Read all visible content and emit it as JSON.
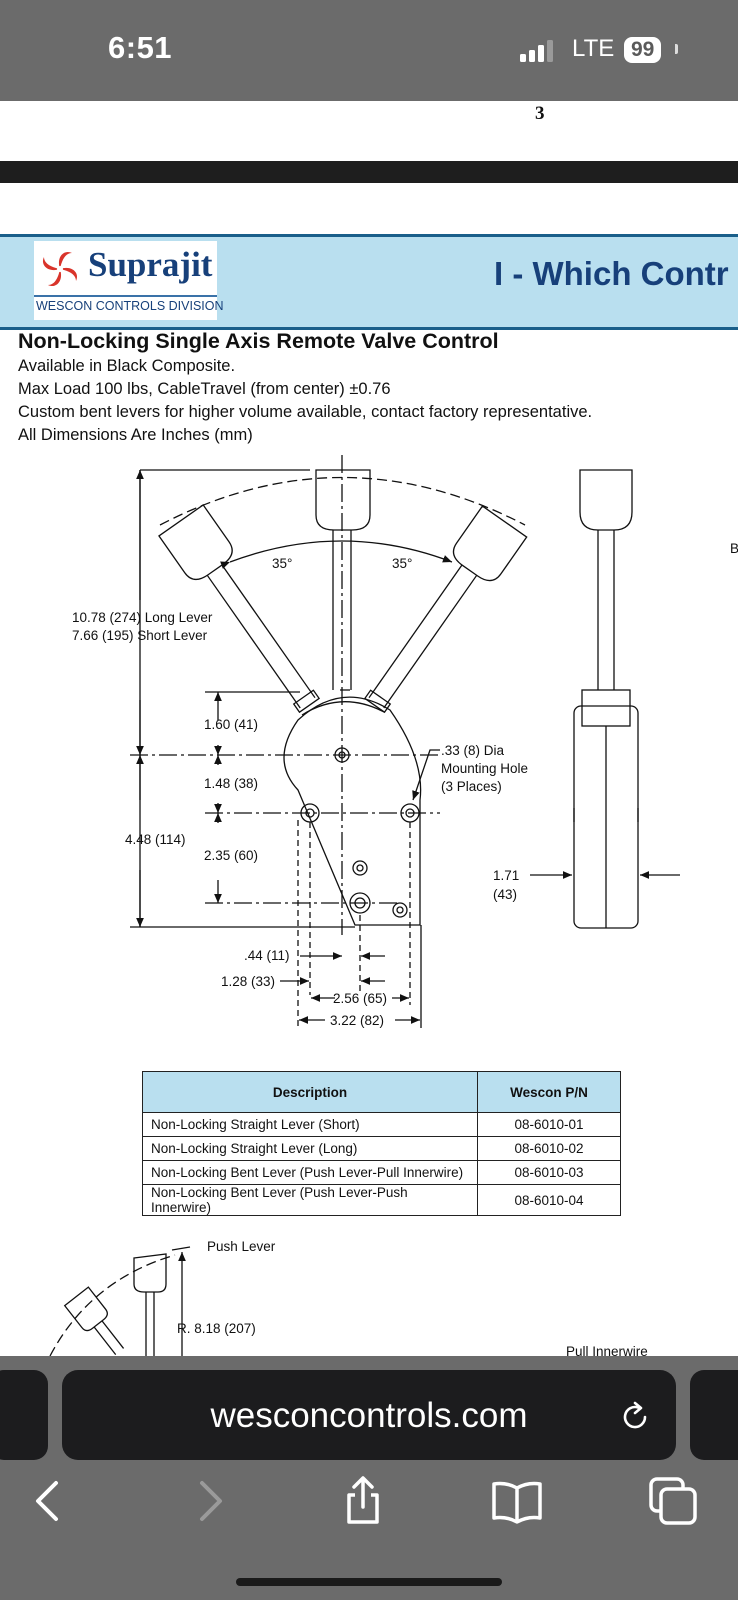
{
  "status_bar": {
    "time": "6:51",
    "network": "LTE",
    "battery": "99"
  },
  "page_number": "3",
  "header": {
    "brand": "Suprajit",
    "division": "WESCON CONTROLS DIVISION",
    "title": "I - Which Contr"
  },
  "document": {
    "title": "Non-Locking Single Axis Remote Valve Control",
    "lines": [
      "Available in Black Composite.",
      "Max Load 100 lbs, CableTravel (from center) ±0.76",
      "Custom bent levers for higher volume available, contact factory representative.",
      "All Dimensions Are Inches (mm)"
    ]
  },
  "drawing": {
    "angle_left": "35°",
    "angle_right": "35°",
    "lever_long": "10.78 (274) Long Lever",
    "lever_short": "7.66 (195) Short Lever",
    "dim_160": "1.60 (41)",
    "dim_148": "1.48 (38)",
    "dim_448": "4.48 (114)",
    "dim_235": "2.35 (60)",
    "hole_1": ".33 (8) Dia",
    "hole_2": "Mounting Hole",
    "hole_3": "(3 Places)",
    "dim_171a": "1.71",
    "dim_171b": "(43)",
    "dim_044": ".44 (11)",
    "dim_128": "1.28 (33)",
    "dim_256": "2.56 (65)",
    "dim_322": "3.22 (82)",
    "edge_letter": "B"
  },
  "table": {
    "headers": [
      "Description",
      "Wescon P/N"
    ],
    "rows": [
      [
        "Non-Locking Straight Lever (Short)",
        "08-6010-01"
      ],
      [
        "Non-Locking Straight Lever (Long)",
        "08-6010-02"
      ],
      [
        "Non-Locking Bent Lever (Push Lever-Pull Innerwire)",
        "08-6010-03"
      ],
      [
        "Non-Locking Bent Lever (Push Lever-Push Innerwire)",
        "08-6010-04"
      ]
    ]
  },
  "drawing2": {
    "push_lever": "Push Lever",
    "radius": "R. 8.18 (207)",
    "pull_innerwire": "Pull Innerwire"
  },
  "browser": {
    "url": "wesconcontrols.com"
  },
  "icons": [
    "signal-icon",
    "reload-icon",
    "back-icon",
    "forward-icon",
    "share-icon",
    "bookmarks-icon",
    "tabs-icon"
  ]
}
